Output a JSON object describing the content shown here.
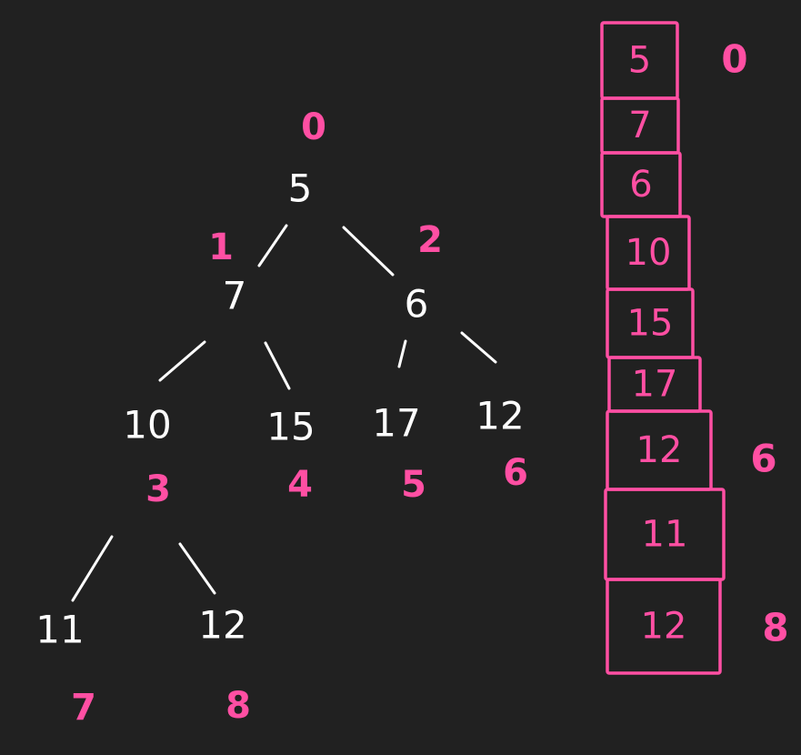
{
  "colors": {
    "background": "#212121",
    "tree_ink": "#ffffff",
    "highlight": "#ff4fa3"
  },
  "tree": {
    "nodes": [
      {
        "value": "5",
        "index": "0"
      },
      {
        "value": "7",
        "index": "1"
      },
      {
        "value": "6",
        "index": "2"
      },
      {
        "value": "10",
        "index": "3"
      },
      {
        "value": "15",
        "index": "4"
      },
      {
        "value": "17",
        "index": "5"
      },
      {
        "value": "12",
        "index": "6"
      },
      {
        "value": "11",
        "index": "7"
      },
      {
        "value": "12",
        "index": "8"
      }
    ],
    "edges": [
      [
        0,
        1
      ],
      [
        0,
        2
      ],
      [
        1,
        3
      ],
      [
        1,
        4
      ],
      [
        2,
        5
      ],
      [
        2,
        6
      ],
      [
        3,
        7
      ],
      [
        3,
        8
      ]
    ]
  },
  "array": {
    "cells": [
      "5",
      "7",
      "6",
      "10",
      "15",
      "17",
      "12",
      "11",
      "12"
    ],
    "index_labels": [
      {
        "cell": 0,
        "text": "0"
      },
      {
        "cell": 6,
        "text": "6"
      },
      {
        "cell": 8,
        "text": "8"
      }
    ]
  }
}
